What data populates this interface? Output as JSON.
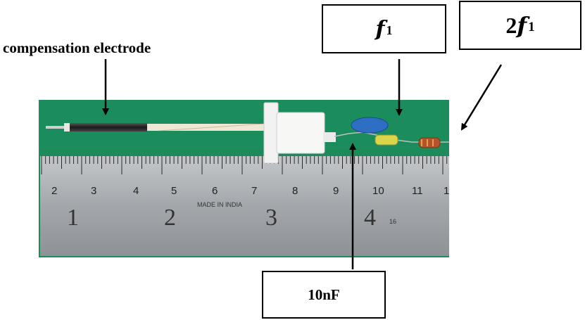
{
  "labels": {
    "compensation": "compensation electrode",
    "f1_base": "f",
    "f1_sub": "1",
    "twof1_coef": "2",
    "twof1_base": "f",
    "twof1_sub": "1",
    "cap": "10nF"
  },
  "ruler": {
    "upper_ticks": [
      "2",
      "3",
      "4",
      "5",
      "6",
      "7",
      "8",
      "9",
      "10",
      "11",
      "1"
    ],
    "lower_ticks": [
      "1",
      "2",
      "3",
      "4"
    ],
    "brand": "MADE IN INDIA",
    "small_mark": "16"
  },
  "colors": {
    "background_green": "#1c8a5a",
    "ruler_steel": "#a8acb0",
    "capacitor_blue": "#2e6fc4",
    "resistor_yellow": "#d9d64a",
    "inductor_red": "#b6532a"
  }
}
